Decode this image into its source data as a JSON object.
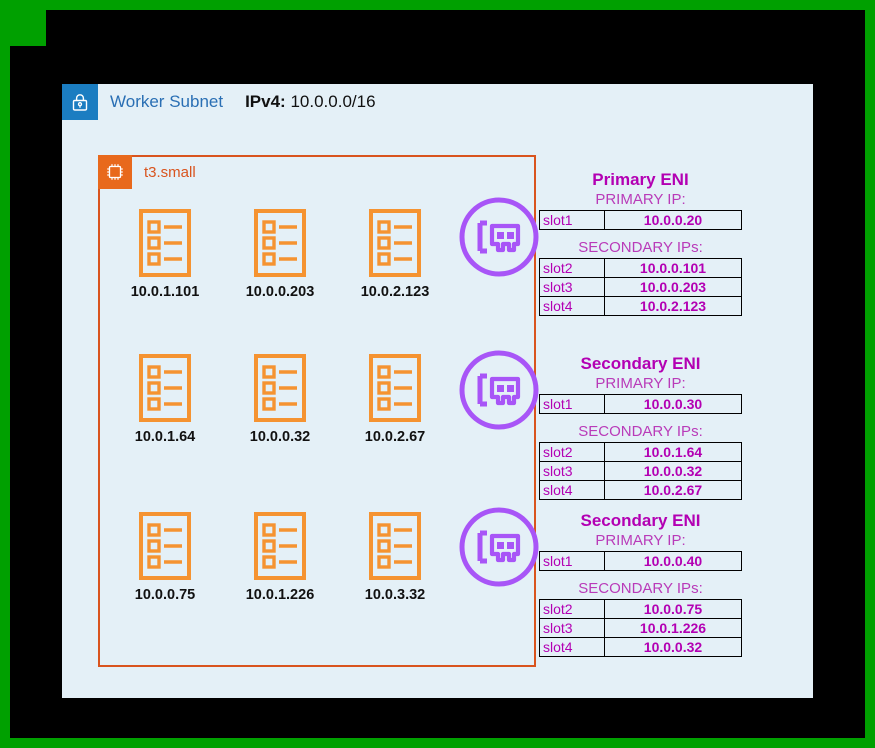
{
  "frame": {
    "border_color": "#00a000",
    "background": "#000000"
  },
  "subnet": {
    "icon": "lock-icon",
    "title": "Worker Subnet",
    "cidr_label": "IPv4:",
    "cidr_value": "10.0.0.0/16",
    "panel_color": "#e4f0f7",
    "title_color": "#2a6fb4"
  },
  "instance": {
    "icon": "cpu-icon",
    "label": "t3.small",
    "border_color": "#d9541e"
  },
  "pods": [
    {
      "icon": "pod-icon",
      "ip": "10.0.1.101"
    },
    {
      "icon": "pod-icon",
      "ip": "10.0.0.203"
    },
    {
      "icon": "pod-icon",
      "ip": "10.0.2.123"
    },
    {
      "icon": "pod-icon",
      "ip": "10.0.1.64"
    },
    {
      "icon": "pod-icon",
      "ip": "10.0.0.32"
    },
    {
      "icon": "pod-icon",
      "ip": "10.0.2.67"
    },
    {
      "icon": "pod-icon",
      "ip": "10.0.0.75"
    },
    {
      "icon": "pod-icon",
      "ip": "10.0.1.226"
    },
    {
      "icon": "pod-icon",
      "ip": "10.0.3.32"
    }
  ],
  "enis": [
    {
      "icon": "network-card-icon",
      "title": "Primary ENI",
      "primary_heading": "PRIMARY IP:",
      "primary": {
        "slot": "slot1",
        "ip": "10.0.0.20"
      },
      "secondary_heading": "SECONDARY IPs:",
      "secondary": [
        {
          "slot": "slot2",
          "ip": "10.0.0.101"
        },
        {
          "slot": "slot3",
          "ip": "10.0.0.203"
        },
        {
          "slot": "slot4",
          "ip": "10.0.2.123"
        }
      ]
    },
    {
      "icon": "network-card-icon",
      "title": "Secondary ENI",
      "primary_heading": "PRIMARY IP:",
      "primary": {
        "slot": "slot1",
        "ip": "10.0.0.30"
      },
      "secondary_heading": "SECONDARY IPs:",
      "secondary": [
        {
          "slot": "slot2",
          "ip": "10.0.1.64"
        },
        {
          "slot": "slot3",
          "ip": "10.0.0.32"
        },
        {
          "slot": "slot4",
          "ip": "10.0.2.67"
        }
      ]
    },
    {
      "icon": "network-card-icon",
      "title": "Secondary ENI",
      "primary_heading": "PRIMARY IP:",
      "primary": {
        "slot": "slot1",
        "ip": "10.0.0.40"
      },
      "secondary_heading": "SECONDARY IPs:",
      "secondary": [
        {
          "slot": "slot2",
          "ip": "10.0.0.75"
        },
        {
          "slot": "slot3",
          "ip": "10.0.1.226"
        },
        {
          "slot": "slot4",
          "ip": "10.0.0.32"
        }
      ]
    }
  ],
  "colors": {
    "eni_purple": "#b300b3",
    "pod_orange": "#f59331",
    "subnet_blue": "#1b7dc1",
    "instance_orange": "#e8691c"
  }
}
